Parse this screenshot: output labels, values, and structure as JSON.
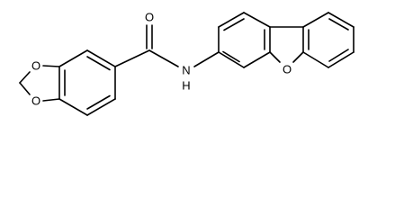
{
  "molecule": {
    "atoms": {
      "o_carbonyl": "O",
      "n_amide": "N",
      "h_amide": "H",
      "o_dioxole_top": "O",
      "o_dioxole_bottom": "O",
      "o_furan": "O"
    }
  }
}
